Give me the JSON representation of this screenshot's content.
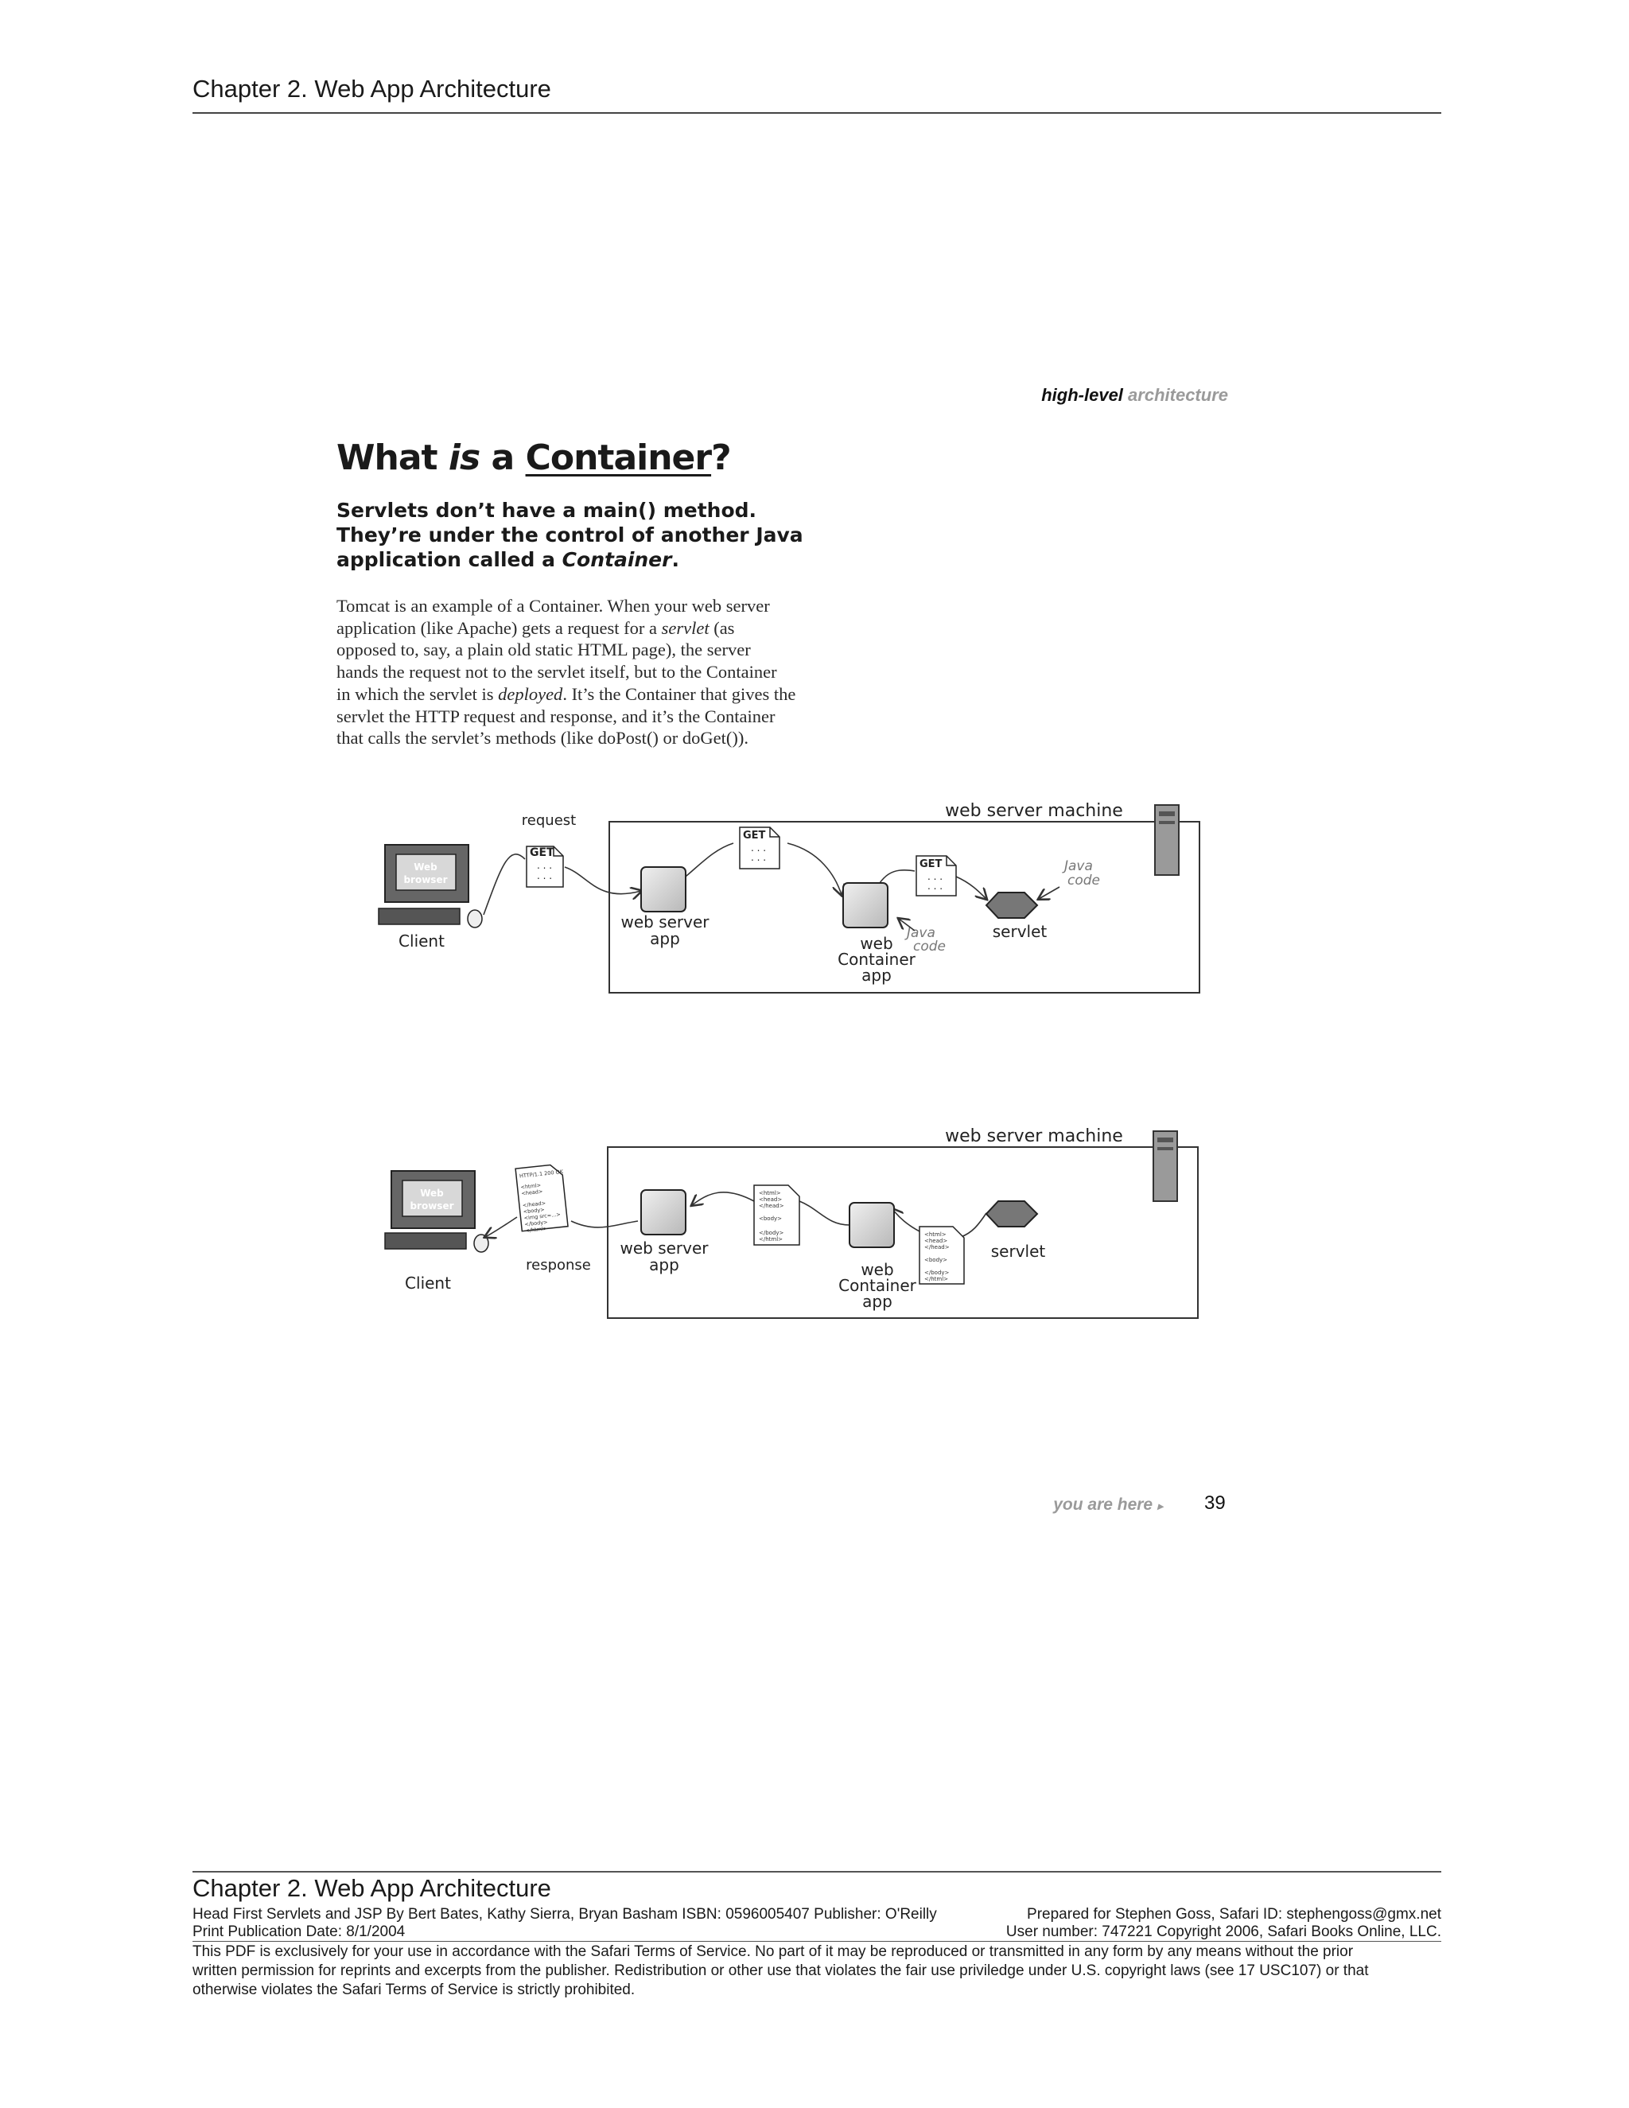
{
  "header": {
    "chapter_title": "Chapter 2. Web App Architecture"
  },
  "running_head": {
    "bold": "high-level",
    "grey": "architecture"
  },
  "heading": {
    "part1": "What",
    "part2": "is",
    "part3": "a",
    "part4": "Container",
    "part5": "?"
  },
  "subhead": {
    "line1": "Servlets don’t have a main() method.",
    "line2": "They’re under the control of another Java",
    "line3_prefix": "application called a",
    "line3_emph": "Container",
    "line3_suffix": "."
  },
  "body": {
    "l1": "Tomcat is an example of a Container. When your web server",
    "l2a": "application (like Apache) gets a request for a ",
    "l2b": "servlet",
    "l2c": " (as",
    "l3": "opposed to, say, a plain old static HTML page), the server",
    "l4": "hands the request not to the servlet itself, but to the Container",
    "l5a": "in which the servlet is ",
    "l5b": "deployed",
    "l5c": ". It’s the Container that gives the",
    "l6": "servlet the HTTP request and response, and it’s the Container",
    "l7": "that calls the servlet’s methods (like doPost() or doGet())."
  },
  "diagram1": {
    "machine_label": "web server machine",
    "request_label": "request",
    "browser_label_1": "Web",
    "browser_label_2": "browser",
    "client_label": "Client",
    "web_server_app_1": "web server",
    "web_server_app_2": "app",
    "container_1": "web",
    "container_2": "Container",
    "container_3": "app",
    "servlet_label": "servlet",
    "java_code_1": "Java",
    "java_code_2": "code",
    "get_text": "GET",
    "dots": ". . ."
  },
  "diagram2": {
    "machine_label": "web server machine",
    "response_label": "response",
    "browser_label_1": "Web",
    "browser_label_2": "browser",
    "client_label": "Client",
    "web_server_app_1": "web server",
    "web_server_app_2": "app",
    "container_1": "web",
    "container_2": "Container",
    "container_3": "app",
    "servlet_label": "servlet",
    "http_status": "HTTP/1.1 200 OK",
    "html_open": "<html>",
    "head_open": "<head>",
    "head_close": "</head>",
    "body_open": "<body>",
    "img_tag": "<img src=...>",
    "body_close": "</body>",
    "html_close": "</html>"
  },
  "footer": {
    "you_are_here": "you are here",
    "page_number": "39",
    "chapter_title": "Chapter 2. Web App Architecture",
    "book_line": "Head First Servlets and JSP By Bert Bates, Kathy Sierra, Bryan Basham ISBN: 0596005407 Publisher: O'Reilly",
    "prepared_for": "Prepared for Stephen Goss, Safari ID: stephengoss@gmx.net",
    "pub_date": "Print Publication Date: 8/1/2004",
    "user_number": "User number: 747221 Copyright 2006, Safari Books Online, LLC.",
    "legal_1": "This PDF is exclusively for your use in accordance with the Safari Terms of Service. No part of it may be reproduced or transmitted in any form by any means without the prior",
    "legal_2": "written permission for reprints and excerpts from the publisher. Redistribution or other use that violates the fair use priviledge under U.S. copyright laws (see 17 USC107) or that",
    "legal_3": "otherwise violates the Safari Terms of Service is strictly prohibited."
  }
}
